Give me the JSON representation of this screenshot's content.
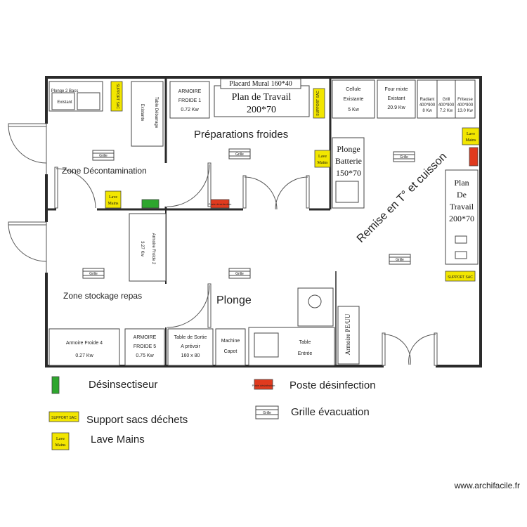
{
  "zones": {
    "decontamination": "Zone Décontamination",
    "stockage": "Zone stockage repas",
    "preparations": "Préparations froides",
    "plonge": "Plonge",
    "remise": "Remise en T° et cuisson"
  },
  "equipment": {
    "placard": "Placard Mural 160*40",
    "plan_travail_1_l1": "Plan de Travail",
    "plan_travail_1_l2": "200*70",
    "plonge_batterie_l1": "Plonge",
    "plonge_batterie_l2": "Batterie",
    "plonge_batterie_l3": "150*70",
    "plan_travail_2_l1": "Plan",
    "plan_travail_2_l2": "De",
    "plan_travail_2_l3": "Travail",
    "plan_travail_2_l4": "200*70",
    "plonge_pieds_l1": "Plonge 2 Bacs",
    "plonge_pieds_l2": "Existant",
    "table_deb_l1": "Table Débarrage",
    "table_deb_l2": "Existante",
    "armoire_froide_1_l1": "ARMOIRE",
    "armoire_froide_1_l2": "FROIDE 1",
    "armoire_froide_1_l3": "0.72 Kw",
    "cellule_l1": "Cellule",
    "cellule_l2": "Existante",
    "cellule_l3": "5 Kw",
    "four_l1": "Four mixte",
    "four_l2": "Existant",
    "four_l3": "20.9 Kw",
    "radiant_l1": "Radiant",
    "radiant_l2": "400*900",
    "radiant_l3": "8 Kw",
    "grill_l1": "Grill",
    "grill_l2": "400*900",
    "grill_l3": "7.2 Kw",
    "friteuse_l1": "Friteuse",
    "friteuse_l2": "400*900",
    "friteuse_l3": "13.0 Kw",
    "armoire_froide_2_l1": "Armoire Froide 2",
    "armoire_froide_2_l2": "3.27 Kw",
    "armoire_froide_3_l1": "Armoire Froide 4",
    "armoire_froide_3_l2": "0.27 Kw",
    "armoire_froide_4_l1": "ARMOIRE",
    "armoire_froide_4_l2": "FROIDE 5",
    "armoire_froide_4_l3": "0.75 Kw",
    "table_sortie_l1": "Table de Sortie",
    "table_sortie_l2": "A prévoir",
    "table_sortie_l3": "160 x 80",
    "machine_l1": "Machine",
    "machine_l2": "Capot",
    "table_entree_l1": "Table",
    "table_entree_l2": "Entrée",
    "armoire_pe": "Armoire PE/UU",
    "lave_mains_l1": "Lave",
    "lave_mains_l2": "Mains",
    "support_label": "SUPPORT SAC",
    "poste_label": "Poste désinfection",
    "grille_label": "Grille"
  },
  "legend": {
    "desinsectiseur": "Désinsectiseur",
    "poste": "Poste désinfection",
    "support": "Support sacs déchets",
    "grille": "Grille évacuation",
    "lave": "Lave Mains"
  },
  "credit": "www.archifacile.fr",
  "colors": {
    "wall": "#2a2a2a",
    "lave_mains": "#f2e600",
    "support": "#f2e600",
    "desinsectiseur": "#2ea62e",
    "poste": "#e03a1e"
  }
}
